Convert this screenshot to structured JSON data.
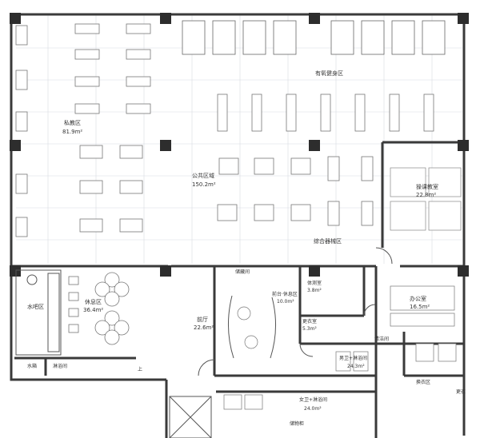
{
  "plan": {
    "rooms": {
      "cardio": "有氧健身区",
      "private_lesson": "私教区",
      "private_area": "81.9m²",
      "public": "公共区域",
      "public_area": "150.2m²",
      "functional": "综合器械区",
      "group_class": "操课教室",
      "group_area": "22.8m²",
      "rest": "休息区",
      "rest_area": "36.4m²",
      "water_bar": "水吧区",
      "storage": "储藏间",
      "front_desk": "前台·休息区",
      "front_area": "10.0m²",
      "physio": "体测室",
      "physio_area": "3.8m²",
      "office": "办公室",
      "office_area": "16.5m²",
      "locker": "更衣室",
      "locker_area": "5.3m²",
      "lobby": "前厅",
      "lobby_area": "22.6m²",
      "cleaning": "清洁间",
      "men_wc": "男卫+淋浴间",
      "men_area": "24.3m²",
      "women_wc": "女卫+淋浴间",
      "women_area": "24.0m²",
      "shoe": "换衣区",
      "wc_small": "水箱",
      "shower_label": "淋浴间",
      "up": "上",
      "disabled": "更衣",
      "cabinet": "储物柜"
    }
  }
}
